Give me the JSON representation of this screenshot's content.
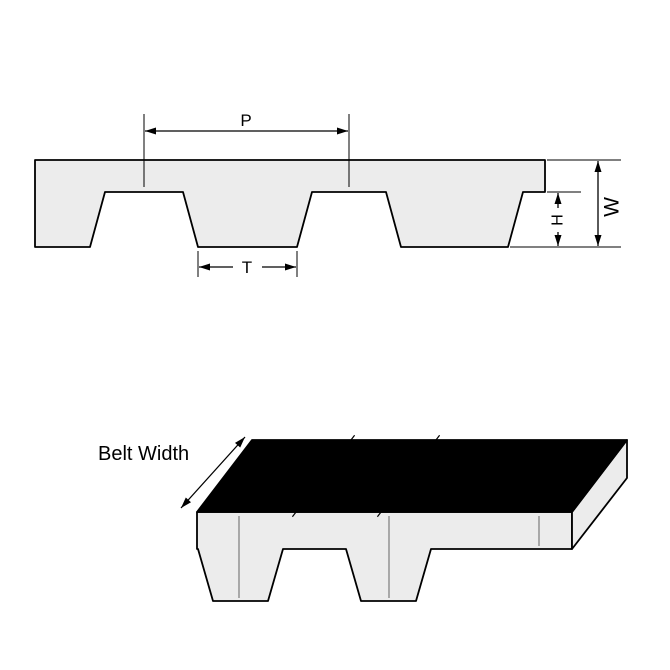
{
  "profile_view": {
    "pitch_label": "P",
    "tooth_width_label": "T",
    "tooth_height_label": "H",
    "thickness_label": "W"
  },
  "iso_view": {
    "belt_width_label": "Belt Width"
  },
  "colors": {
    "belt_fill": "#ececec",
    "line": "#000000",
    "top_face_fill": "#000000",
    "background": "#ffffff"
  }
}
